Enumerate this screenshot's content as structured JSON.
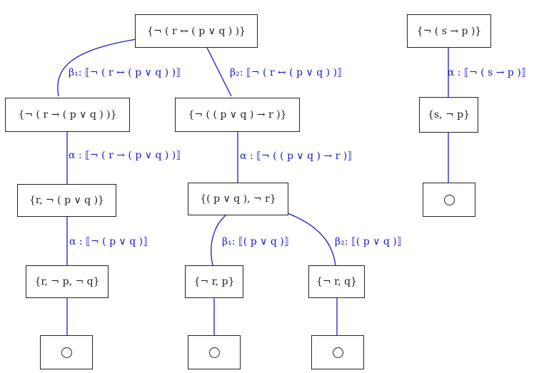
{
  "tree": {
    "nodes": {
      "root_a": "{¬ ( r ↔ ( p ∨ q ) )}",
      "n_l1": "{¬ ( r → ( p ∨ q ) )}",
      "n_l2": "{r, ¬ ( p ∨ q )}",
      "n_l3": "{r, ¬ p, ¬ q}",
      "n_m1": "{¬ ( ( p ∨ q ) → r )}",
      "n_m2": "{( p ∨ q ), ¬ r}",
      "n_m3": "{¬ r, p}",
      "n_m4": "{¬ r, q}",
      "root_b": "{¬ ( s → p )}",
      "n_r1": "{s, ¬ p}"
    },
    "rules": {
      "r_beta1_top": "β₁:  ⟦¬ ( r ↔ ( p ∨ q ) )⟧",
      "r_beta2_top": "β₂:  ⟦¬ ( r ↔ ( p ∨ q ) )⟧",
      "r_alpha_l1": "α :  ⟦¬ ( r → ( p ∨ q ) )⟧",
      "r_alpha_l2": "α :  ⟦¬ ( p ∨ q )⟧",
      "r_alpha_m1": "α :  ⟦¬ ( ( p ∨ q ) → r )⟧",
      "r_beta1_m2": "β₁:  ⟦( p ∨ q )⟧",
      "r_beta2_m2": "β₂:  ⟦( p ∨ q )⟧",
      "r_alpha_b": "α :  ⟦¬ ( s → p )⟧"
    },
    "closed_marker": "○"
  }
}
